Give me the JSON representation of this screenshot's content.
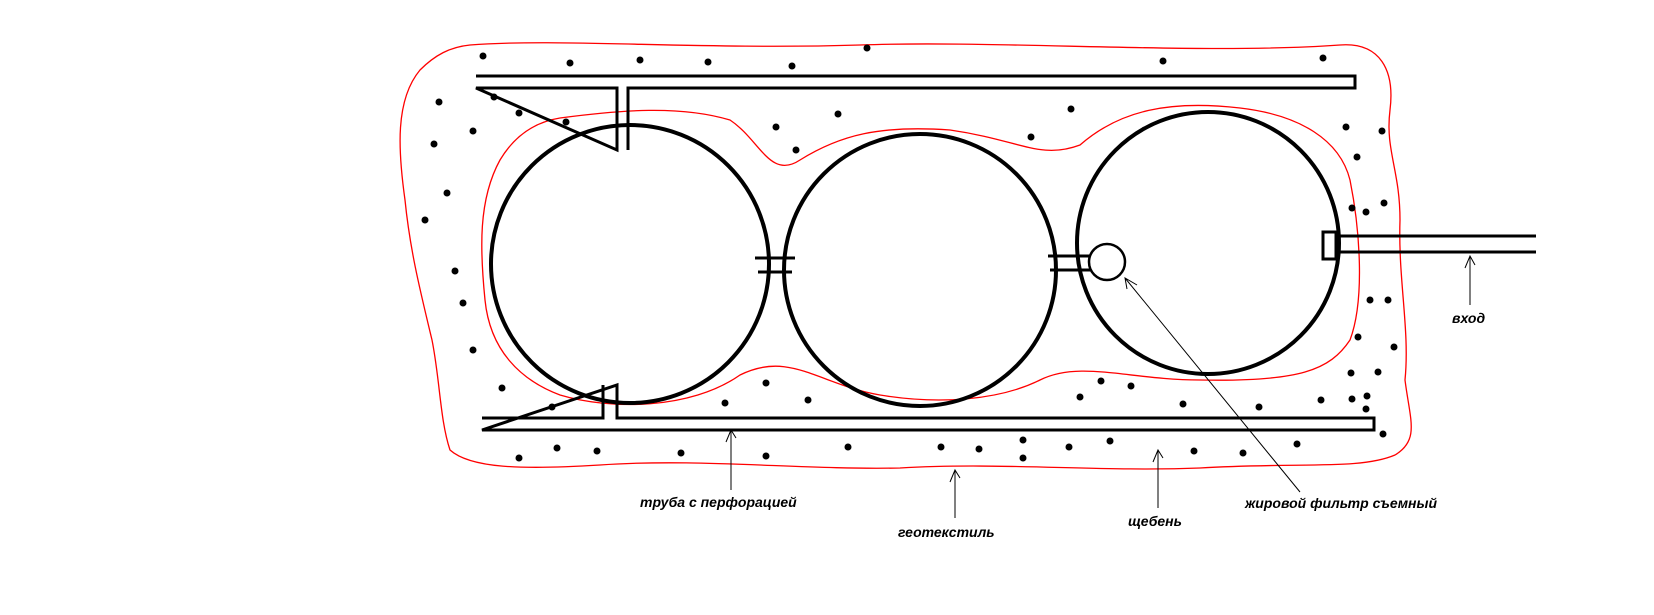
{
  "labels": {
    "inlet": "вход",
    "perforated_pipe": "труба с перфорацией",
    "geotextile": "геотекстиль",
    "gravel": "щебень",
    "grease_filter": "жировой фильтр съемный"
  },
  "colors": {
    "outline": "#000000",
    "geotextile": "#ff0000",
    "background": "#ffffff"
  }
}
